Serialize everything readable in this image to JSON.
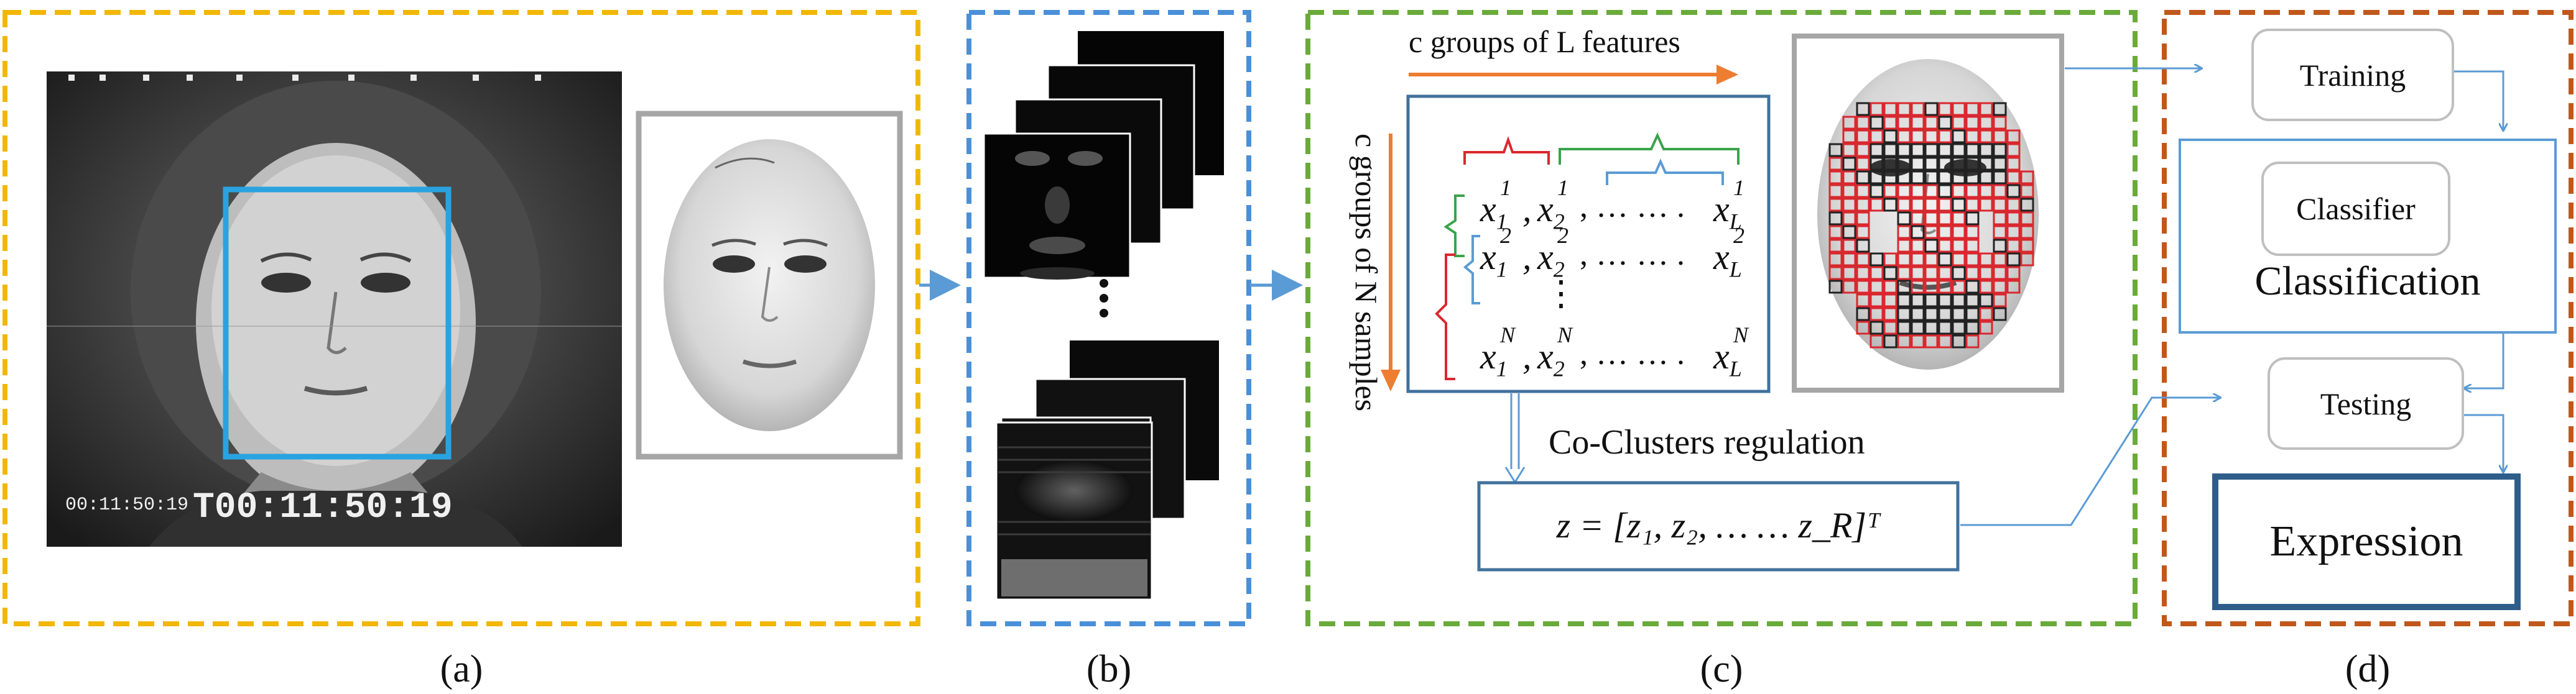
{
  "panel_a": {
    "caption": "(a)",
    "timestamp_small": "00:11:50:19",
    "timestamp_large": "T00:11:50:19"
  },
  "panel_b": {
    "caption": "(b)"
  },
  "panel_c": {
    "caption": "(c)",
    "features_label": "c groups of L features",
    "samples_label": "c groups of N samples",
    "matrix_rows": [
      {
        "a": "x",
        "a_sup": "1",
        "a_sub": "1",
        "b": "x",
        "b_sup": "1",
        "b_sub": "2",
        "dots": ", … … . ",
        "c": "x",
        "c_sup": "1",
        "c_sub": "L"
      },
      {
        "a": "x",
        "a_sup": "2",
        "a_sub": "1",
        "b": "x",
        "b_sup": "2",
        "b_sub": "2",
        "dots": ", … … . ",
        "c": "x",
        "c_sup": "2",
        "c_sub": "L"
      },
      {
        "a": "x",
        "a_sup": "N",
        "a_sub": "1",
        "b": "x",
        "b_sup": "N",
        "b_sub": "2",
        "dots": ", … … . ",
        "c": "x",
        "c_sup": "N",
        "c_sub": "L"
      }
    ],
    "vdots": "⋮",
    "coclusters_label": "Co-Clusters regulation",
    "z_vector": "z = [z₁, z₂, … … z_R]ᵀ"
  },
  "panel_d": {
    "caption": "(d)",
    "training": "Training",
    "classifier": "Classifier",
    "classification": "Classification",
    "testing": "Testing",
    "expression": "Expression"
  },
  "colors": {
    "panel_a_border": "#f2b705",
    "panel_b_border": "#4a90d9",
    "panel_c_border": "#6aaa3a",
    "panel_d_border": "#c0581b",
    "flow_arrow": "#5b9bd5",
    "orange_arrow": "#ed7d31",
    "box_border": "#41719c",
    "face_box": "#29a3e0",
    "grid_red": "#d9282f",
    "grid_black": "#222222"
  }
}
